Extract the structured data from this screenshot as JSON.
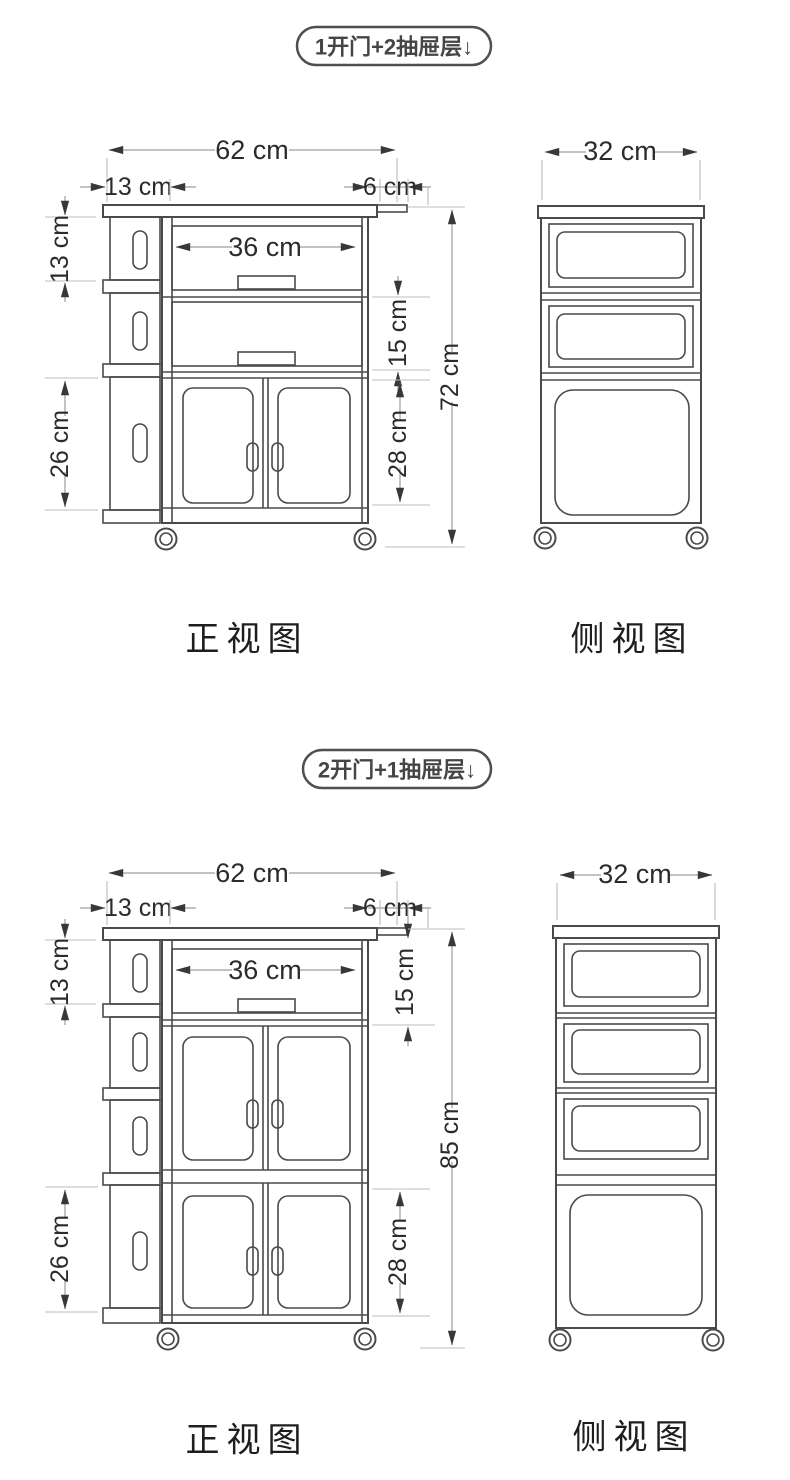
{
  "page": {
    "background": "#ffffff",
    "line_color": "#4a4a4a",
    "dim_line_color": "#9d9d9d",
    "text_color": "#2b2b2b"
  },
  "sections": [
    {
      "id": "one-door-two-drawer-layers",
      "pill_label": "1开门+2抽屉层↓",
      "front_view_label": "正视图",
      "side_view_label": "侧视图",
      "dims": {
        "overall_width": "62 cm",
        "left_column_width": "13 cm",
        "hook_width": "6 cm",
        "top_section_height": "13 cm",
        "drawer_inner_width": "36 cm",
        "middle_drawer_height": "15 cm",
        "left_lower_section_height": "26 cm",
        "door_section_height": "28 cm",
        "overall_height": "72 cm",
        "depth": "32 cm"
      }
    },
    {
      "id": "two-door-one-drawer-layer",
      "pill_label": "2开门+1抽屉层↓",
      "front_view_label": "正视图",
      "side_view_label": "侧视图",
      "dims": {
        "overall_width": "62 cm",
        "left_column_width": "13 cm",
        "hook_width": "6 cm",
        "top_section_height": "13 cm",
        "drawer_inner_width": "36 cm",
        "middle_drawer_height": "15 cm",
        "left_lower_section_height": "26 cm",
        "door_section_height": "28 cm",
        "overall_height": "85 cm",
        "depth": "32 cm"
      }
    }
  ]
}
